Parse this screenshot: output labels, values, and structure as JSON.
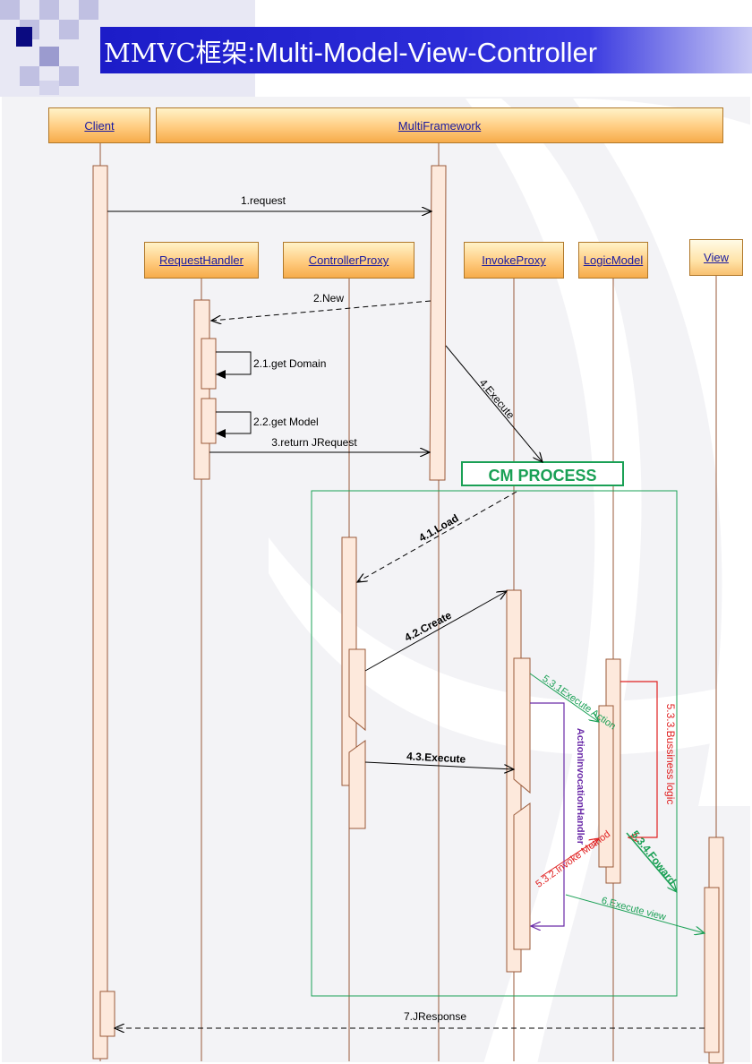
{
  "title": {
    "prefix": "MMVC框架",
    "separator": ":",
    "main": "Multi-Model-View-Controller"
  },
  "lifelines": {
    "client": "Client",
    "framework": "MultiFramework",
    "request_handler": "RequestHandler",
    "controller_proxy": "ControllerProxy",
    "invoke_proxy": "InvokeProxy",
    "logic_model": "LogicModel",
    "view": "View"
  },
  "process_label": "CM PROCESS",
  "messages": {
    "m1": "1.request",
    "m2": "2.New",
    "m21": "2.1.get Domain",
    "m22": "2.2.get Model",
    "m3": "3.return JRequest",
    "m4": "4.Execute",
    "m41": "4.1.Load",
    "m42": "4.2.Create",
    "m43": "4.3.Execute",
    "m531": "5.3.1Execute Action",
    "m532": "5.3.2.Invoke Method",
    "m533": "5.3.3.Bussiness logic",
    "m534": "5.3.4.Foward",
    "handler": "ActionInvocationHandler",
    "m6": "6.Execute view",
    "m7": "7.JResponse"
  },
  "colors": {
    "title_bar": "#2424d0",
    "lifeline_fill": "#ffcc80",
    "activation_fill": "#fde9dc",
    "activation_stroke": "#9a5a3a",
    "process_green": "#1aa055",
    "red_msg": "#e02020",
    "purple_msg": "#6a2aa8"
  }
}
